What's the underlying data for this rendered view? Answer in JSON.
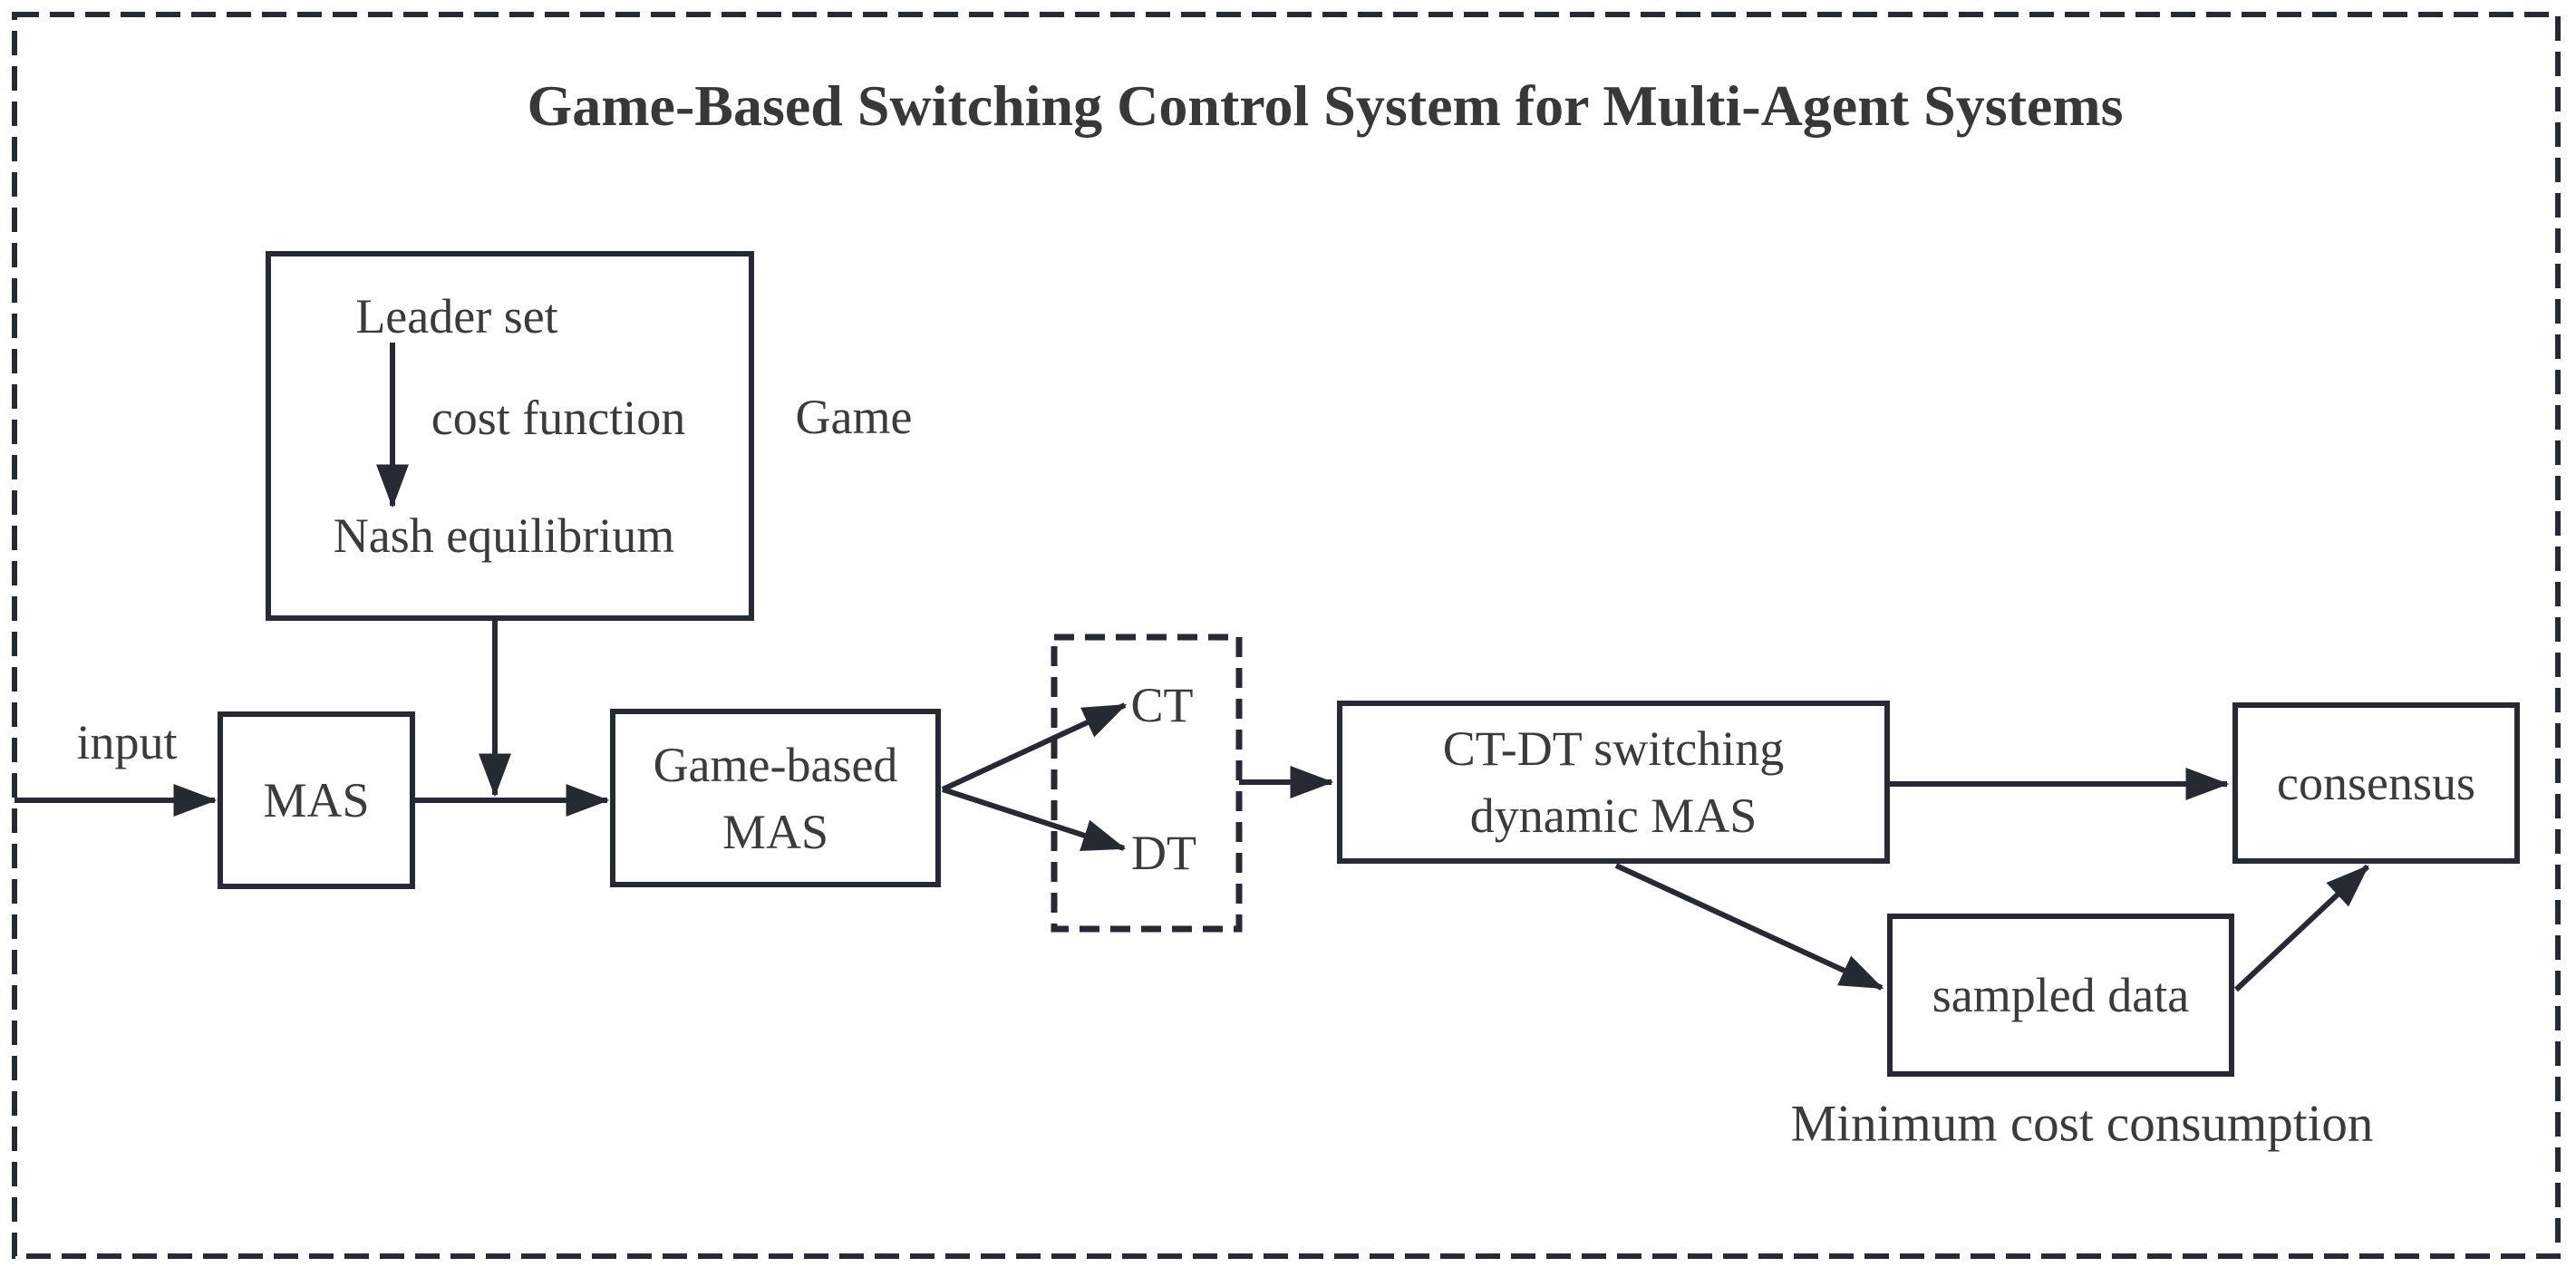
{
  "title": "Game-Based Switching Control System for Multi-Agent Systems",
  "colors": {
    "line": "#262b33",
    "text": "#3b3b3b",
    "background": "#ffffff"
  },
  "game_module": {
    "leader_set": "Leader set",
    "cost_function": "cost function",
    "nash_equilibrium": "Nash equilibrium",
    "side_label": "Game"
  },
  "flow": {
    "input_label": "input",
    "mas_label": "MAS",
    "game_based_mas": {
      "line1": "Game-based",
      "line2": "MAS"
    },
    "ct_label": "CT",
    "dt_label": "DT",
    "ctdt_switching": {
      "line1": "CT-DT switching",
      "line2": "dynamic MAS"
    },
    "consensus_label": "consensus",
    "sampled_data_label": "sampled data",
    "min_cost_label": "Minimum cost consumption"
  }
}
